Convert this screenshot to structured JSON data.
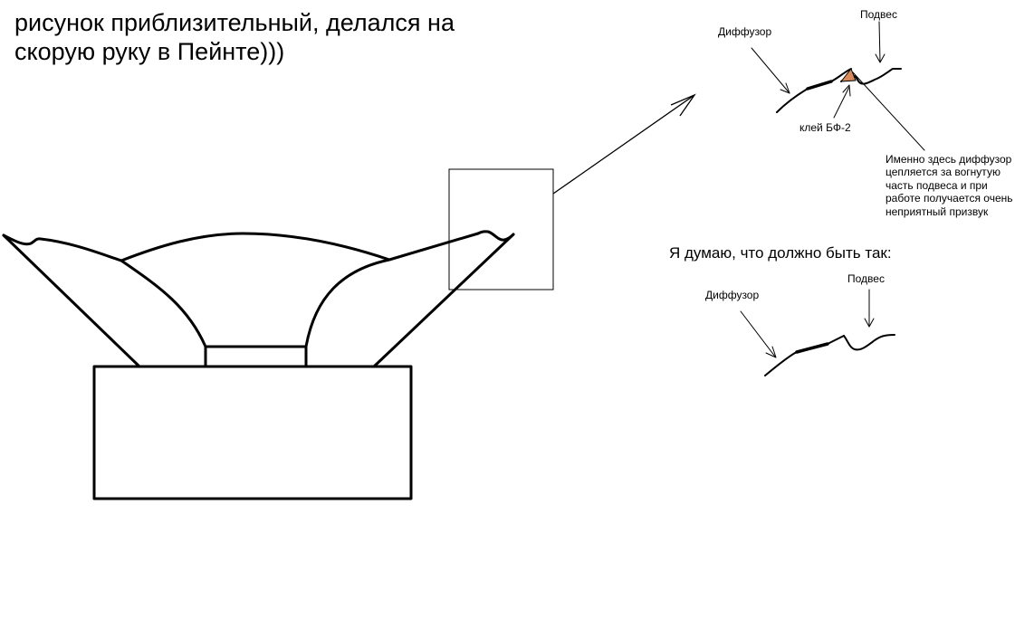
{
  "title_lines": [
    "рисунок приблизительный, делался на",
    "скорую руку в Пейнте)))"
  ],
  "top_detail": {
    "diffuser_label": "Диффузор",
    "suspension_label": "Подвес",
    "glue_label": "клей БФ-2",
    "note_lines": [
      "Именно здесь диффузор",
      "цепляется за вогнутую",
      "часть подвеса и при",
      "работе получается очень",
      "неприятный призвук"
    ],
    "glue_color": "#d98a5a"
  },
  "proposal": {
    "heading": "Я думаю, что должно быть так:",
    "diffuser_label": "Диффузор",
    "suspension_label": "Подвес"
  }
}
